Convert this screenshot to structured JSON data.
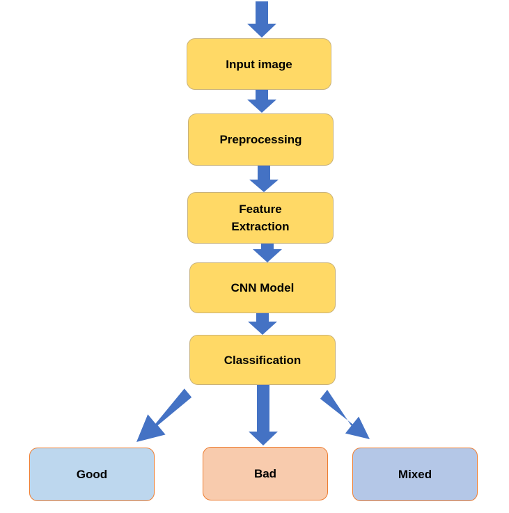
{
  "diagram": {
    "steps": [
      {
        "label": "Input image"
      },
      {
        "label": "Preprocessing"
      },
      {
        "label": "Feature\nExtraction"
      },
      {
        "label": "CNN Model"
      },
      {
        "label": "Classification"
      }
    ],
    "outputs": [
      {
        "label": "Good",
        "color": "#bdd7ee"
      },
      {
        "label": "Bad",
        "color": "#f8cbad"
      },
      {
        "label": "Mixed",
        "color": "#b4c7e7"
      }
    ],
    "colors": {
      "step_fill": "#ffd966",
      "step_border": "#c9b27a",
      "arrow": "#4472c4",
      "output_border": "#ed7d31"
    },
    "edges": [
      {
        "from": "entry",
        "to": "Input image"
      },
      {
        "from": "Input image",
        "to": "Preprocessing"
      },
      {
        "from": "Preprocessing",
        "to": "Feature Extraction"
      },
      {
        "from": "Feature Extraction",
        "to": "CNN Model"
      },
      {
        "from": "CNN Model",
        "to": "Classification"
      },
      {
        "from": "Classification",
        "to": "Good"
      },
      {
        "from": "Classification",
        "to": "Bad"
      },
      {
        "from": "Classification",
        "to": "Mixed"
      }
    ]
  }
}
